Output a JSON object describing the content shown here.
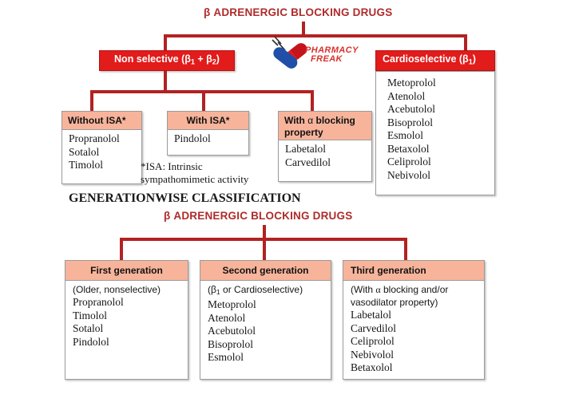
{
  "page": {
    "background": "#ffffff",
    "accent_red": "#E21B1B",
    "line_red": "#B22222",
    "header_peach": "#F7B49B",
    "title_red": "#B02B2B"
  },
  "watermark": {
    "name": "pharmacy-freak-logo",
    "line1": "PHARMACY",
    "line2": "FREAK",
    "capsule_colors": [
      "#E01B22",
      "#1F4FA8"
    ]
  },
  "diagram1": {
    "title": "β ADRENERGIC BLOCKING DRUGS",
    "branches": [
      {
        "id": "non-selective",
        "header": "Non selective (β₁ + β₂)",
        "header_style": "red"
      },
      {
        "id": "cardioselective",
        "header": "Cardioselective (β₁)",
        "header_style": "red",
        "items": [
          "Metoprolol",
          "Atenolol",
          "Acebutolol",
          "Bisoprolol",
          "Esmolol",
          "Betaxolol",
          "Celiprolol",
          "Nebivolol"
        ]
      }
    ],
    "sub_branches": [
      {
        "id": "without-isa",
        "header": "Without ISA*",
        "items": [
          "Propranolol",
          "Sotalol",
          "Timolol"
        ]
      },
      {
        "id": "with-isa",
        "header": "With ISA*",
        "items": [
          "Pindolol"
        ]
      },
      {
        "id": "with-alpha-blocking",
        "header_line1": "With α blocking",
        "header_line2": "property",
        "items": [
          "Labetalol",
          "Carvedilol"
        ]
      }
    ],
    "footnote_line1": "*ISA: Intrinsic",
    "footnote_line2": "sympathomimetic activity"
  },
  "section_heading": "GENERATIONWISE CLASSIFICATION",
  "diagram2": {
    "title": "β ADRENERGIC BLOCKING DRUGS",
    "generations": [
      {
        "id": "first-generation",
        "header": "First generation",
        "subtitle": "(Older, nonselective)",
        "items": [
          "Propranolol",
          "Timolol",
          "Sotalol",
          "Pindolol"
        ]
      },
      {
        "id": "second-generation",
        "header": "Second generation",
        "subtitle": "(β₁ or Cardioselective)",
        "items": [
          "Metoprolol",
          "Atenolol",
          "Acebutolol",
          "Bisoprolol",
          "Esmolol"
        ]
      },
      {
        "id": "third-generation",
        "header": "Third generation",
        "subtitle_line1": "(With α blocking and/or",
        "subtitle_line2": "vasodilator property)",
        "items": [
          "Labetalol",
          "Carvedilol",
          "Celiprolol",
          "Nebivolol",
          "Betaxolol"
        ]
      }
    ]
  }
}
